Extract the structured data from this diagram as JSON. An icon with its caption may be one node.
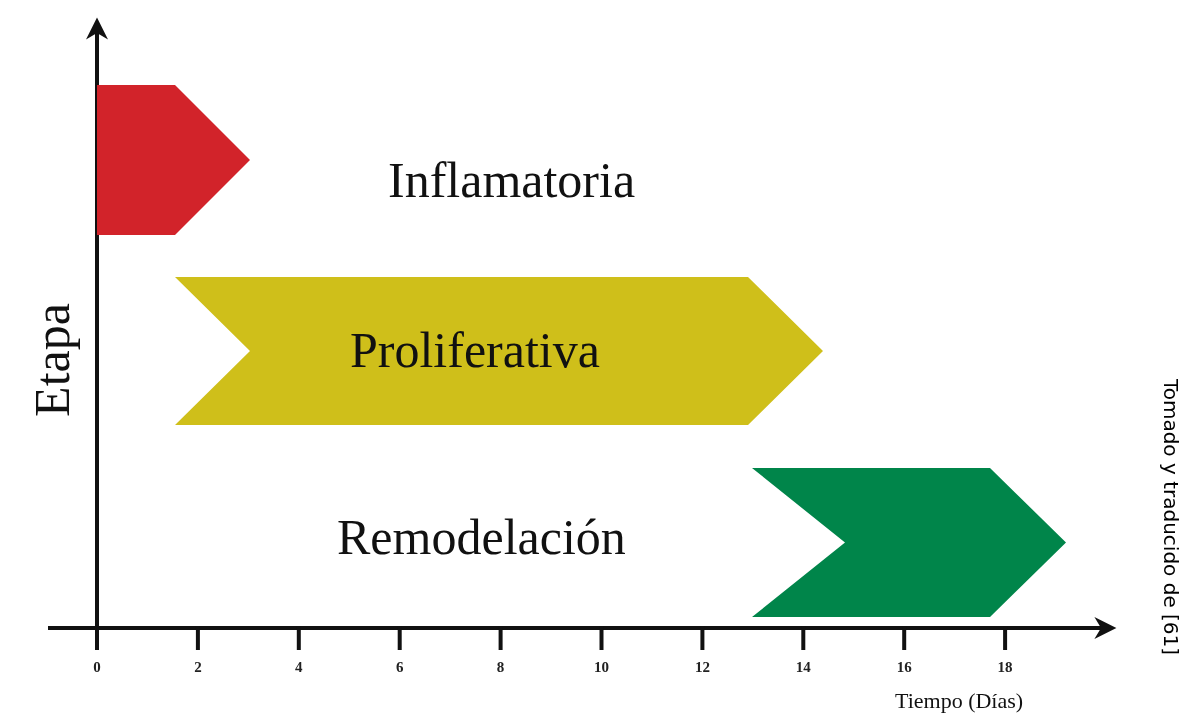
{
  "diagram": {
    "caption": "Tomado y traducido de [61]",
    "nodes": [
      {
        "text": [],
        "shape": "chevron"
      },
      {
        "text": [
          "Proliferativa"
        ]
      },
      {
        "text": [],
        "shape": "chevron"
      }
    ],
    "edges": [],
    "labels": [
      "Inflamatoria",
      "Remodelación",
      "Etapa",
      "0",
      "2",
      "4",
      "6",
      "8",
      "10",
      "12",
      "14",
      "16",
      "18",
      "Tiempo (Días)"
    ]
  }
}
